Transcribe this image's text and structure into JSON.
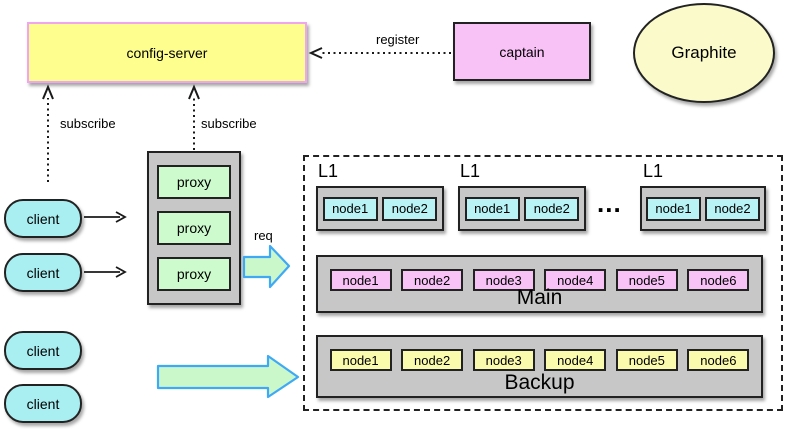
{
  "diagram": {
    "config_server": {
      "label": "config-server"
    },
    "captain": {
      "label": "captain"
    },
    "graphite": {
      "label": "Graphite"
    },
    "arrows": {
      "register_label": "register",
      "subscribe_left_label": "subscribe",
      "subscribe_right_label": "subscribe",
      "req_label": "req"
    },
    "clients": [
      {
        "label": "client"
      },
      {
        "label": "client"
      },
      {
        "label": "client"
      },
      {
        "label": "client"
      }
    ],
    "proxy_stack": {
      "items": [
        "proxy",
        "proxy",
        "proxy"
      ]
    },
    "cluster": {
      "l1_groups": [
        {
          "title": "L1",
          "nodes": [
            "node1",
            "node2"
          ]
        },
        {
          "title": "L1",
          "nodes": [
            "node1",
            "node2"
          ]
        },
        {
          "title": "L1",
          "nodes": [
            "node1",
            "node2"
          ]
        }
      ],
      "ellipsis": "...",
      "main": {
        "title": "Main",
        "nodes": [
          "node1",
          "node2",
          "node3",
          "node4",
          "node5",
          "node6"
        ]
      },
      "backup": {
        "title": "Backup",
        "nodes": [
          "node1",
          "node2",
          "node3",
          "node4",
          "node5",
          "node6"
        ]
      }
    },
    "colors": {
      "config_fill": "#FEFE8E",
      "config_border": "#EFA6EF",
      "pink": "#F8C2F7",
      "pale_yellow": "#FAFACA",
      "backup_yellow": "#FBFBAE",
      "client_cyan": "#A9EFF2",
      "l1_cyan": "#B9F3F5",
      "proxy_green": "#CDFBCD",
      "container_gray": "#C7C7C7",
      "block_arrow_fill": "#CBF8CB",
      "block_arrow_border": "#3FA9F5",
      "line_dark": "#1a1a1a"
    }
  }
}
